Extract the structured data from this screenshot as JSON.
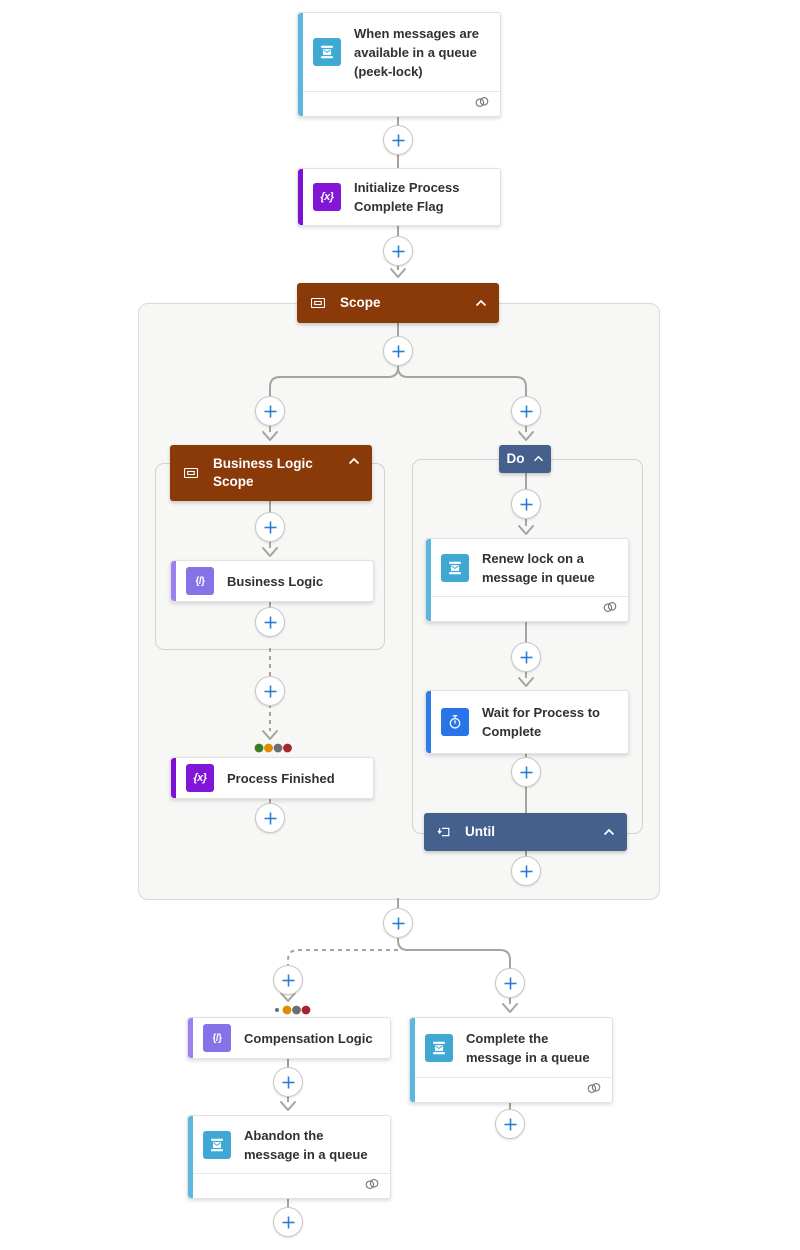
{
  "designer": {
    "trigger": {
      "label": "When messages are available in a queue (peek-lock)"
    },
    "actions": {
      "initialize_flag": {
        "label": "Initialize Process Complete Flag"
      },
      "scope": {
        "label": "Scope"
      },
      "business_logic_scope": {
        "label": "Business Logic Scope"
      },
      "business_logic": {
        "label": "Business Logic"
      },
      "process_finished": {
        "label": "Process Finished"
      },
      "do": {
        "label": "Do"
      },
      "renew_lock": {
        "label": "Renew lock on a message in queue"
      },
      "wait_for_process": {
        "label": "Wait for Process to Complete"
      },
      "until": {
        "label": "Until"
      },
      "compensation_logic": {
        "label": "Compensation Logic"
      },
      "complete_message": {
        "label": "Complete the message in a queue"
      },
      "abandon_message": {
        "label": "Abandon the message in a queue"
      }
    },
    "glyphs": {
      "variable": "{x}",
      "inline_code": "{/}"
    },
    "colors": {
      "scope_header": "#8A3909",
      "loop_header": "#46608E",
      "service_bus_icon": "#3FA9D4",
      "service_bus_accent": "#5BB7DC",
      "variable_icon": "#8215D6",
      "variable_accent": "#7C10D4",
      "inline_code_icon": "#8573E8",
      "inline_code_accent": "#9C80F0",
      "delay_icon": "#2874E8",
      "delay_accent": "#2E7CE8",
      "plus_button": "#2B7CD3",
      "connector": "#A6A4A2",
      "run_after": {
        "succeeded": "#3A7D24",
        "timed_out": "#E08C00",
        "skipped": "#6E6E6E",
        "failed": "#A4262C"
      }
    }
  }
}
